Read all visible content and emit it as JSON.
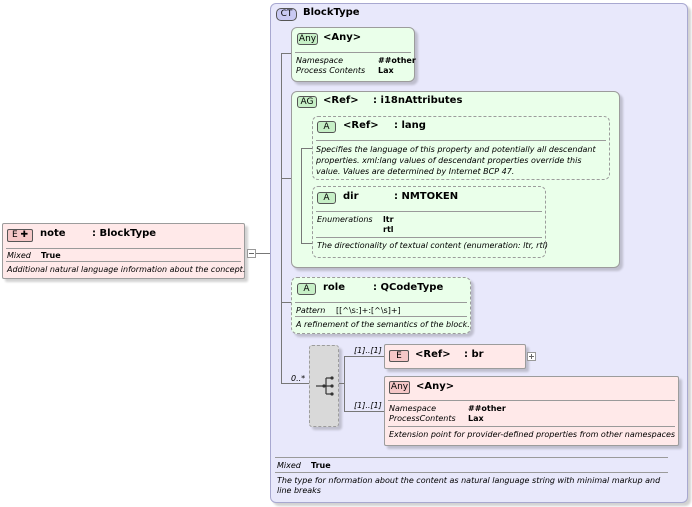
{
  "ct": {
    "badge": "CT",
    "title": "BlockType",
    "mixed_label": "Mixed",
    "mixed_value": "True",
    "doc": "The type for nformation about the content as natural language string with minimal markup and line breaks"
  },
  "note": {
    "badge": "E",
    "name": "note",
    "type": ": BlockType",
    "mixed_label": "Mixed",
    "mixed_value": "True",
    "doc": "Additional natural language information about the concept."
  },
  "any1": {
    "badge": "Any",
    "title": "<Any>",
    "ns_label": "Namespace",
    "ns_value": "##other",
    "pc_label": "Process Contents",
    "pc_value": "Lax"
  },
  "ag": {
    "badge": "AG",
    "ref": "<Ref>",
    "name": ": i18nAttributes"
  },
  "lang": {
    "badge": "A",
    "ref": "<Ref>",
    "name": ": lang",
    "doc": "Specifies the language of this property and potentially all descendant properties. xml:lang values of descendant properties override this value. Values are determined by Internet BCP 47."
  },
  "dir": {
    "badge": "A",
    "name": "dir",
    "type": ": NMTOKEN",
    "enum_label": "Enumerations",
    "enum_values": [
      "ltr",
      "rtl"
    ],
    "doc": "The directionality of textual content (enumeration: ltr, rtl)"
  },
  "role": {
    "badge": "A",
    "name": "role",
    "type": ": QCodeType",
    "pattern_label": "Pattern",
    "pattern_value": "[[^\\s:]+:[^\\s]+]",
    "doc": "A refinement of the semantics of the block."
  },
  "choice": {
    "occurs": "0..*"
  },
  "br": {
    "badge": "E",
    "ref": "<Ref>",
    "name": ": br",
    "occurs": "[1]..[1]"
  },
  "any2": {
    "badge": "Any",
    "title": "<Any>",
    "ns_label": "Namespace",
    "ns_value": "##other",
    "pc_label": "ProcessContents",
    "pc_value": "Lax",
    "doc": "Extension point for provider-defined properties from other namespaces",
    "occurs": "[1]..[1]"
  },
  "colors": {
    "ct_fill": "#e8e8fb",
    "ct_border": "#a8a8d0",
    "green_fill": "#eaffea",
    "red_fill": "#ffe9e9",
    "red_border": "#cc9a9a"
  }
}
